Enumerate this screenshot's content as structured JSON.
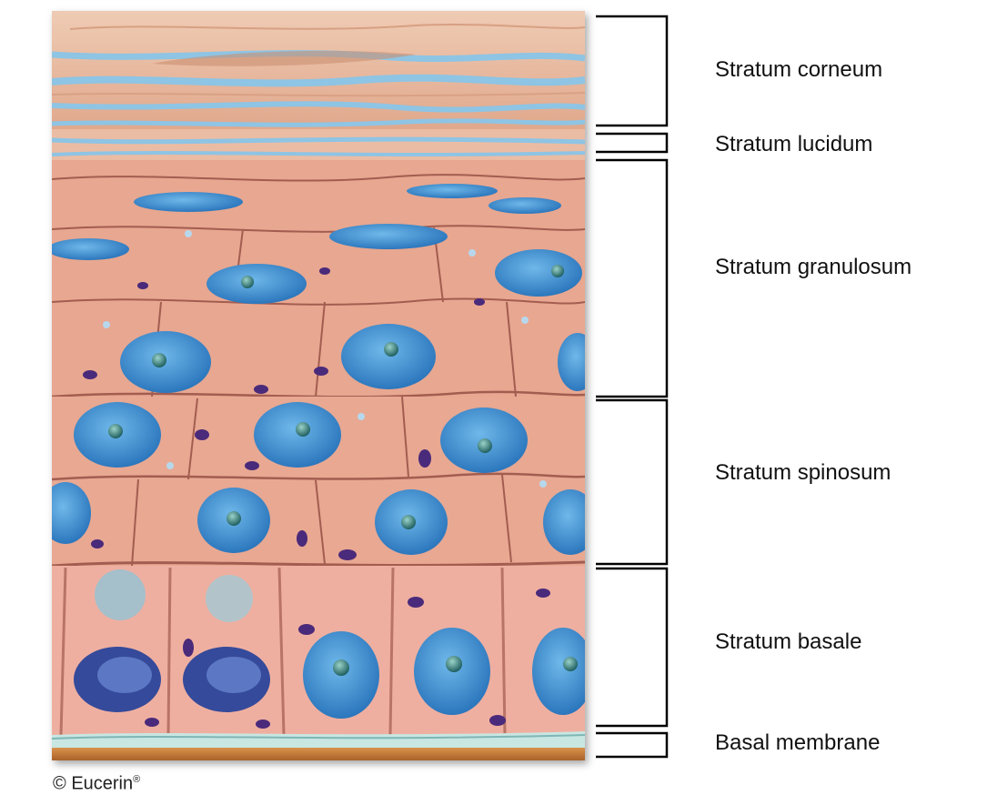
{
  "layers": [
    {
      "id": "corneum",
      "label": "Stratum corneum"
    },
    {
      "id": "lucidum",
      "label": "Stratum lucidum"
    },
    {
      "id": "granulosum",
      "label": "Stratum granulosum"
    },
    {
      "id": "spinosum",
      "label": "Stratum spinosum"
    },
    {
      "id": "basale",
      "label": "Stratum basale"
    },
    {
      "id": "membrane",
      "label": "Basal membrane"
    }
  ],
  "copyright": {
    "symbol": "©",
    "brand": "Eucerin",
    "mark": "®"
  },
  "colors": {
    "corneum": "#e6b59a",
    "fluid": "#8ec4e4",
    "cell": "#e9a891",
    "cell_edge": "#b86a5a",
    "nucleus": "#3f95d6",
    "nucleolus": "#3a8c86",
    "organelle": "#4a2a7a",
    "basal": "#bfe3e0",
    "dermis": "#c8843d"
  }
}
